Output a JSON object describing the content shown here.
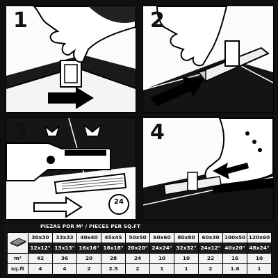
{
  "steps": [
    {
      "number": "1",
      "icon": "hand-placing-clip-icon"
    },
    {
      "number": "2",
      "icon": "hand-inserting-wedge-icon"
    },
    {
      "number": "3",
      "icon": "pliers-tightening-icon",
      "badge": "24"
    },
    {
      "number": "4",
      "icon": "boot-kicking-clip-icon"
    }
  ],
  "table": {
    "title": "PIEZAS POR M² / PIECES PER SQ.FT",
    "row_m2_label": "m²",
    "row_sqft_label": "sq.ft",
    "columns": [
      {
        "metric": "30x30",
        "imperial": "12x12\"",
        "m2": "42",
        "sqft": "4"
      },
      {
        "metric": "33x33",
        "imperial": "13x13\"",
        "m2": "36",
        "sqft": "4"
      },
      {
        "metric": "40x40",
        "imperial": "16x16\"",
        "m2": "20",
        "sqft": "2"
      },
      {
        "metric": "45x45",
        "imperial": "18x18\"",
        "m2": "28",
        "sqft": "2.5"
      },
      {
        "metric": "50x50",
        "imperial": "20x20\"",
        "m2": "24",
        "sqft": "2"
      },
      {
        "metric": "60x60",
        "imperial": "24x24\"",
        "m2": "10",
        "sqft": "1"
      },
      {
        "metric": "80x80",
        "imperial": "32x32\"",
        "m2": "10",
        "sqft": "1"
      },
      {
        "metric": "60x30",
        "imperial": "24x12\"",
        "m2": "22",
        "sqft": "2"
      },
      {
        "metric": "100x50",
        "imperial": "40x20\"",
        "m2": "16",
        "sqft": "1.6"
      },
      {
        "metric": "120x60",
        "imperial": "48x24\"",
        "m2": "10",
        "sqft": "1"
      }
    ]
  }
}
